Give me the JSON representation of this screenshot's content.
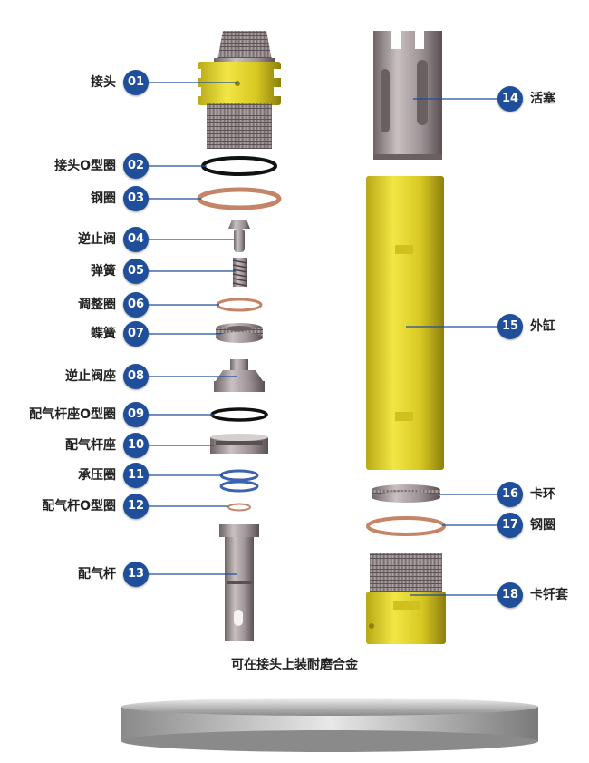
{
  "parts": [
    {
      "num": "01",
      "name": "接头"
    },
    {
      "num": "02",
      "name": "接头O型圈"
    },
    {
      "num": "03",
      "name": "钢圈"
    },
    {
      "num": "04",
      "name": "逆止阀"
    },
    {
      "num": "05",
      "name": "弹簧"
    },
    {
      "num": "06",
      "name": "调整圈"
    },
    {
      "num": "07",
      "name": "蝶簧"
    },
    {
      "num": "08",
      "name": "逆止阀座"
    },
    {
      "num": "09",
      "name": "配气杆座O型圈"
    },
    {
      "num": "10",
      "name": "配气杆座"
    },
    {
      "num": "11",
      "name": "承压圈"
    },
    {
      "num": "12",
      "name": "配气杆O型圈"
    },
    {
      "num": "13",
      "name": "配气杆"
    },
    {
      "num": "14",
      "name": "活塞"
    },
    {
      "num": "15",
      "name": "外缸"
    },
    {
      "num": "16",
      "name": "卡环"
    },
    {
      "num": "17",
      "name": "钢圈"
    },
    {
      "num": "18",
      "name": "卡钎套"
    }
  ],
  "caption": "可在接头上装耐磨合金",
  "colors": {
    "badge": "#1f4e9a",
    "yellow": "#e6d82a",
    "steel": "#9a8f92",
    "oring": "#111111",
    "copper": "#c48466",
    "blue_ring": "#3a63b0"
  }
}
